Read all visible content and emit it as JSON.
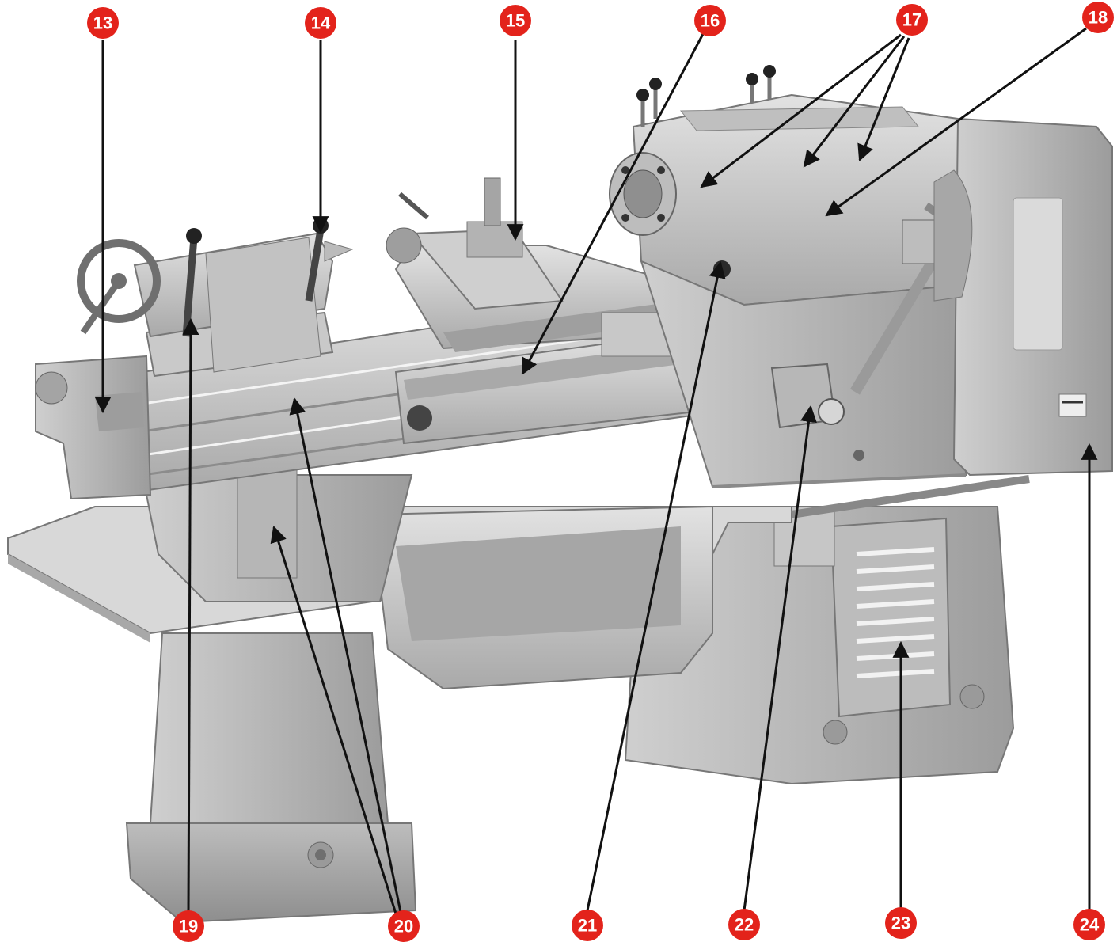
{
  "callouts": [
    {
      "id": "13",
      "label": "13"
    },
    {
      "id": "14",
      "label": "14"
    },
    {
      "id": "15",
      "label": "15"
    },
    {
      "id": "16",
      "label": "16"
    },
    {
      "id": "17",
      "label": "17"
    },
    {
      "id": "18",
      "label": "18"
    },
    {
      "id": "19",
      "label": "19"
    },
    {
      "id": "20",
      "label": "20"
    },
    {
      "id": "21",
      "label": "21"
    },
    {
      "id": "22",
      "label": "22"
    },
    {
      "id": "23",
      "label": "23"
    },
    {
      "id": "24",
      "label": "24"
    }
  ],
  "colors": {
    "badge": "#e3231b",
    "arrow": "#111111",
    "metal_light": "#d4d4d4",
    "metal_mid": "#b0b0b0",
    "metal_dark": "#8a8a8a"
  }
}
